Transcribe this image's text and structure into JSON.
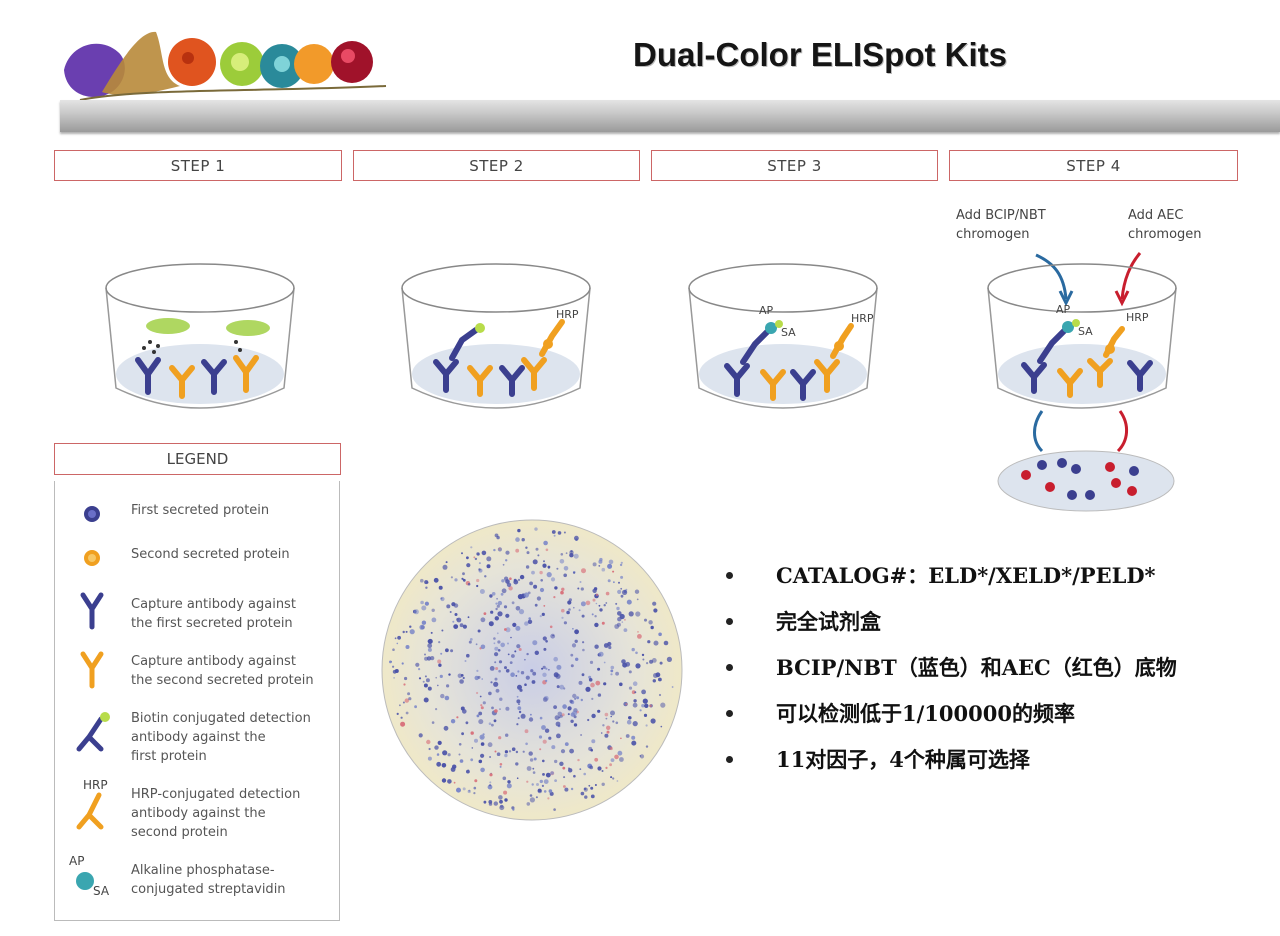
{
  "header": {
    "title": "Dual-Color ELISpot Kits"
  },
  "steps": [
    {
      "label": "STEP 1"
    },
    {
      "label": "STEP 2"
    },
    {
      "label": "STEP 3"
    },
    {
      "label": "STEP 4"
    }
  ],
  "step_labels": {
    "hrp": "HRP",
    "ap": "AP",
    "sa": "SA"
  },
  "step4_annotations": {
    "left": [
      "Add BCIP/NBT",
      "chromogen"
    ],
    "right": [
      "Add AEC",
      "chromogen"
    ]
  },
  "legend": {
    "title": "LEGEND",
    "items": [
      {
        "icon": "blue-dot-icon",
        "lines": [
          "First secreted protein"
        ]
      },
      {
        "icon": "orange-dot-icon",
        "lines": [
          "Second secreted protein"
        ]
      },
      {
        "icon": "blue-antibody-icon",
        "lines": [
          "Capture antibody against",
          "the first secreted protein"
        ]
      },
      {
        "icon": "orange-antibody-icon",
        "lines": [
          "Capture antibody against",
          "the second secreted protein"
        ]
      },
      {
        "icon": "biotin-antibody-icon",
        "lines": [
          "Biotin conjugated detection",
          "antibody against the",
          "first protein"
        ]
      },
      {
        "icon": "hrp-antibody-icon",
        "lines": [
          "HRP-conjugated detection",
          "antibody against the",
          "second protein"
        ]
      },
      {
        "icon": "ap-sa-icon",
        "lines": [
          "Alkaline phosphatase-",
          "conjugated streptavidin"
        ]
      }
    ],
    "hrp_tag": "HRP",
    "ap_tag": "AP",
    "sa_tag": "SA"
  },
  "bullets": [
    "CATALOG#：ELD*/XELD*/PELD*",
    "完全试剂盒",
    "BCIP/NBT（蓝色）和AEC（红色）底物",
    "可以检测低于1/100000的频率",
    "11对因子，4个种属可选择"
  ],
  "colors": {
    "blue": "#3b3f8f",
    "orange": "#f0a020",
    "red": "#c81e2e",
    "teal": "#3aa6b0",
    "frame_red": "#cc6666"
  }
}
